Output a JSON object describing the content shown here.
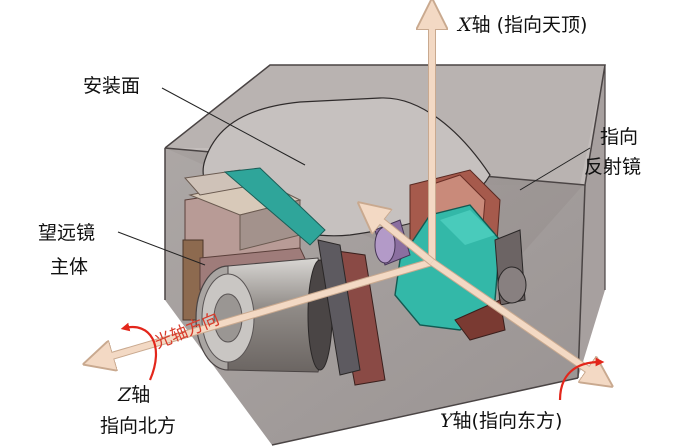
{
  "labels": {
    "mount_face": "安装面",
    "telescope_main_1": "望远镜",
    "telescope_main_2": "主体",
    "pointing_mirror_1": "指向",
    "pointing_mirror_2": "反射镜",
    "x_axis_var": "X",
    "x_axis_text": "轴 (指向天顶)",
    "y_axis_var": "Y",
    "y_axis_text": "轴(指向东方)",
    "z_axis_var": "Z",
    "z_axis_text_1": "轴",
    "z_axis_text_2": "指向北方",
    "optical_axis": "光轴方向"
  },
  "colors": {
    "axis_arrow": "#f3d9c4",
    "rotation_arrow": "#e3261b",
    "housing": "#9b9595",
    "mirror": "#33b8a8",
    "frame": "#8a3e33"
  }
}
